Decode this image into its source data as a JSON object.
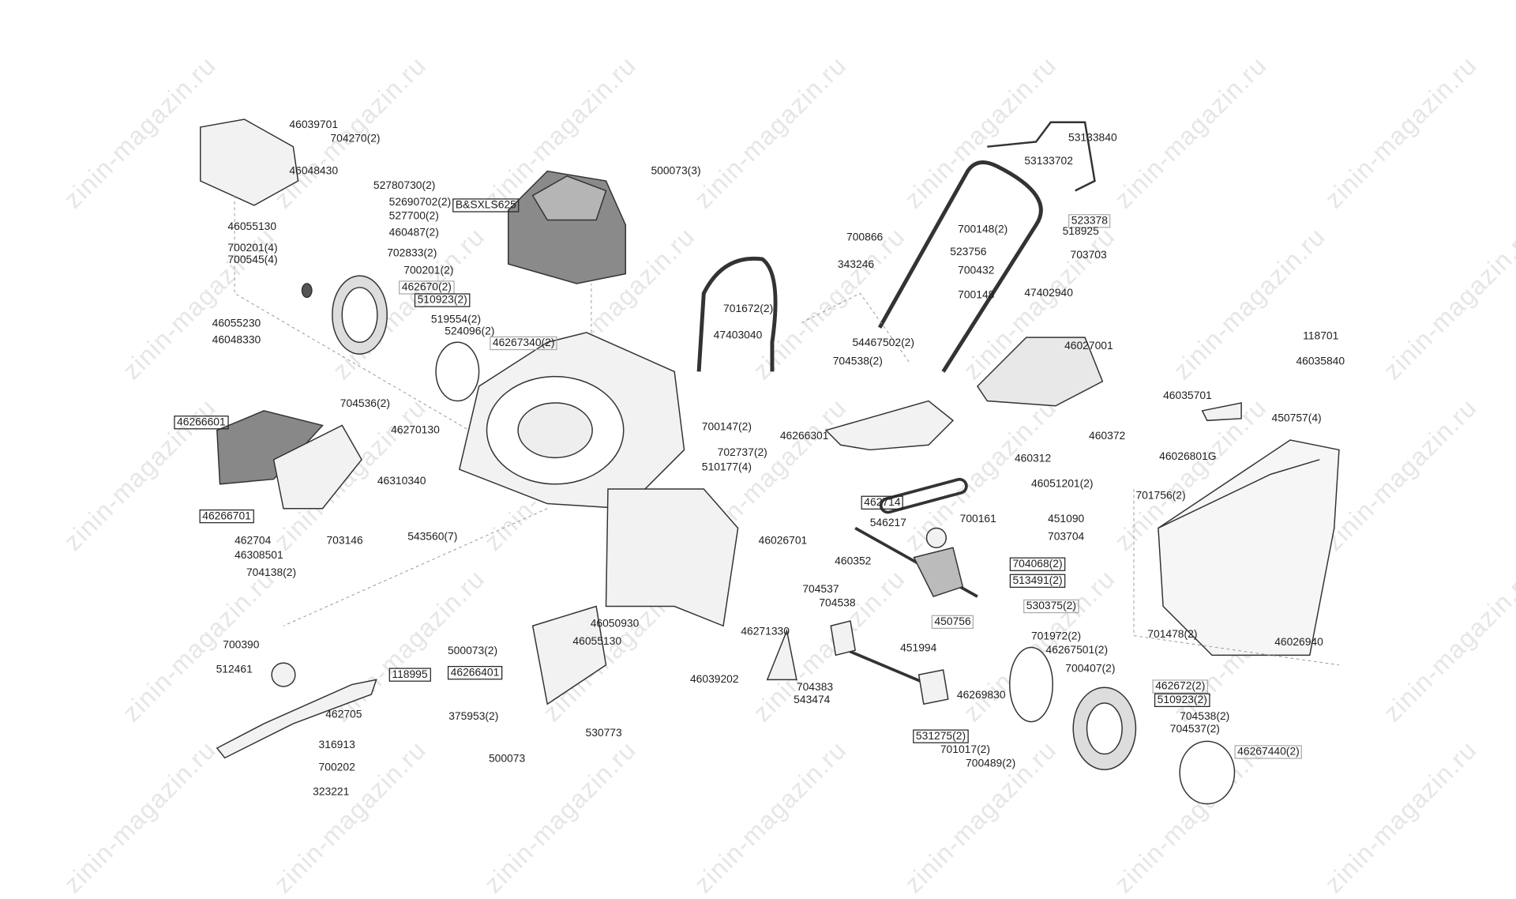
{
  "watermark": "zinin-magazin.ru",
  "parts": [
    {
      "label": "46039701"
    },
    {
      "label": "704270(2)"
    },
    {
      "label": "46048430"
    },
    {
      "label": "52780730(2)"
    },
    {
      "label": "52690702(2)"
    },
    {
      "label": "B&SXLS625",
      "box": "strong"
    },
    {
      "label": "527700(2)"
    },
    {
      "label": "46055130"
    },
    {
      "label": "460487(2)"
    },
    {
      "label": "700201(4)"
    },
    {
      "label": "700545(4)"
    },
    {
      "label": "702833(2)"
    },
    {
      "label": "700201(2)"
    },
    {
      "label": "462670(2)",
      "box": "light"
    },
    {
      "label": "510923(2)",
      "box": "strong"
    },
    {
      "label": "519554(2)"
    },
    {
      "label": "524096(2)"
    },
    {
      "label": "46267340(2)",
      "box": "light"
    },
    {
      "label": "46055230"
    },
    {
      "label": "46048330"
    },
    {
      "label": "500073(3)"
    },
    {
      "label": "53133840"
    },
    {
      "label": "53133702"
    },
    {
      "label": "523378",
      "box": "light"
    },
    {
      "label": "518925"
    },
    {
      "label": "700148(2)"
    },
    {
      "label": "700866"
    },
    {
      "label": "523756"
    },
    {
      "label": "703703"
    },
    {
      "label": "343246"
    },
    {
      "label": "700432"
    },
    {
      "label": "700148"
    },
    {
      "label": "47402940"
    },
    {
      "label": "701672(2)"
    },
    {
      "label": "47403040"
    },
    {
      "label": "54467502(2)"
    },
    {
      "label": "704538(2)"
    },
    {
      "label": "46027001"
    },
    {
      "label": "118701"
    },
    {
      "label": "46035840"
    },
    {
      "label": "46035701"
    },
    {
      "label": "704536(2)"
    },
    {
      "label": "46266601",
      "box": "strong"
    },
    {
      "label": "46270130"
    },
    {
      "label": "700147(2)"
    },
    {
      "label": "450757(4)"
    },
    {
      "label": "46266301"
    },
    {
      "label": "460372"
    },
    {
      "label": "702737(2)"
    },
    {
      "label": "460312"
    },
    {
      "label": "46026801G"
    },
    {
      "label": "510177(4)"
    },
    {
      "label": "46310340"
    },
    {
      "label": "46051201(2)"
    },
    {
      "label": "701756(2)"
    },
    {
      "label": "462714",
      "box": "strong"
    },
    {
      "label": "46266701",
      "box": "strong"
    },
    {
      "label": "700161"
    },
    {
      "label": "451090"
    },
    {
      "label": "546217"
    },
    {
      "label": "703704"
    },
    {
      "label": "462704"
    },
    {
      "label": "703146"
    },
    {
      "label": "46026701"
    },
    {
      "label": "543560(7)"
    },
    {
      "label": "46308501"
    },
    {
      "label": "460352"
    },
    {
      "label": "704068(2)",
      "box": "strong"
    },
    {
      "label": "704138(2)"
    },
    {
      "label": "513491(2)",
      "box": "strong"
    },
    {
      "label": "704537"
    },
    {
      "label": "704538"
    },
    {
      "label": "530375(2)",
      "box": "light"
    },
    {
      "label": "46050930"
    },
    {
      "label": "450756",
      "box": "light"
    },
    {
      "label": "46271330"
    },
    {
      "label": "46055130"
    },
    {
      "label": "701972(2)"
    },
    {
      "label": "701478(2)"
    },
    {
      "label": "46026940"
    },
    {
      "label": "700390"
    },
    {
      "label": "451994"
    },
    {
      "label": "500073(2)"
    },
    {
      "label": "46267501(2)"
    },
    {
      "label": "512461"
    },
    {
      "label": "46266401",
      "box": "strong"
    },
    {
      "label": "118995",
      "box": "strong"
    },
    {
      "label": "46039202"
    },
    {
      "label": "700407(2)"
    },
    {
      "label": "462672(2)",
      "box": "light"
    },
    {
      "label": "704383"
    },
    {
      "label": "46269830"
    },
    {
      "label": "510923(2)",
      "box": "strong"
    },
    {
      "label": "543474"
    },
    {
      "label": "462705"
    },
    {
      "label": "375953(2)"
    },
    {
      "label": "704538(2)"
    },
    {
      "label": "704537(2)"
    },
    {
      "label": "530773"
    },
    {
      "label": "531275(2)",
      "box": "strong"
    },
    {
      "label": "316913"
    },
    {
      "label": "701017(2)"
    },
    {
      "label": "46267440(2)",
      "box": "light"
    },
    {
      "label": "500073"
    },
    {
      "label": "700202"
    },
    {
      "label": "700489(2)"
    },
    {
      "label": "323221"
    }
  ]
}
